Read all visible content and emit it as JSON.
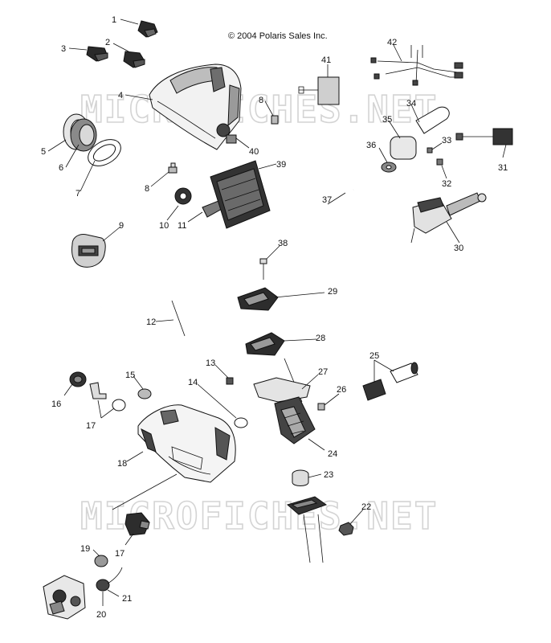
{
  "copyright": "© 2004 Polaris Sales Inc.",
  "watermark": "MICROFICHES.NET",
  "callouts": [
    {
      "id": "c1",
      "label": "1"
    },
    {
      "id": "c2",
      "label": "2"
    },
    {
      "id": "c3",
      "label": "3"
    },
    {
      "id": "c4",
      "label": "4"
    },
    {
      "id": "c5",
      "label": "5"
    },
    {
      "id": "c6",
      "label": "6"
    },
    {
      "id": "c7",
      "label": "7"
    },
    {
      "id": "c8a",
      "label": "8"
    },
    {
      "id": "c8b",
      "label": "8"
    },
    {
      "id": "c9",
      "label": "9"
    },
    {
      "id": "c10",
      "label": "10"
    },
    {
      "id": "c11",
      "label": "11"
    },
    {
      "id": "c12",
      "label": "12"
    },
    {
      "id": "c13",
      "label": "13"
    },
    {
      "id": "c14",
      "label": "14"
    },
    {
      "id": "c15",
      "label": "15"
    },
    {
      "id": "c16",
      "label": "16"
    },
    {
      "id": "c17a",
      "label": "17"
    },
    {
      "id": "c17b",
      "label": "17"
    },
    {
      "id": "c18",
      "label": "18"
    },
    {
      "id": "c19",
      "label": "19"
    },
    {
      "id": "c20",
      "label": "20"
    },
    {
      "id": "c21",
      "label": "21"
    },
    {
      "id": "c22",
      "label": "22"
    },
    {
      "id": "c23",
      "label": "23"
    },
    {
      "id": "c24",
      "label": "24"
    },
    {
      "id": "c25",
      "label": "25"
    },
    {
      "id": "c26",
      "label": "26"
    },
    {
      "id": "c27",
      "label": "27"
    },
    {
      "id": "c28",
      "label": "28"
    },
    {
      "id": "c29",
      "label": "29"
    },
    {
      "id": "c30",
      "label": "30"
    },
    {
      "id": "c31",
      "label": "31"
    },
    {
      "id": "c32",
      "label": "32"
    },
    {
      "id": "c33",
      "label": "33"
    },
    {
      "id": "c34",
      "label": "34"
    },
    {
      "id": "c35",
      "label": "35"
    },
    {
      "id": "c36",
      "label": "36"
    },
    {
      "id": "c37",
      "label": "37"
    },
    {
      "id": "c38",
      "label": "38"
    },
    {
      "id": "c39",
      "label": "39"
    },
    {
      "id": "c40",
      "label": "40"
    },
    {
      "id": "c41",
      "label": "41"
    },
    {
      "id": "c42",
      "label": "42"
    }
  ]
}
